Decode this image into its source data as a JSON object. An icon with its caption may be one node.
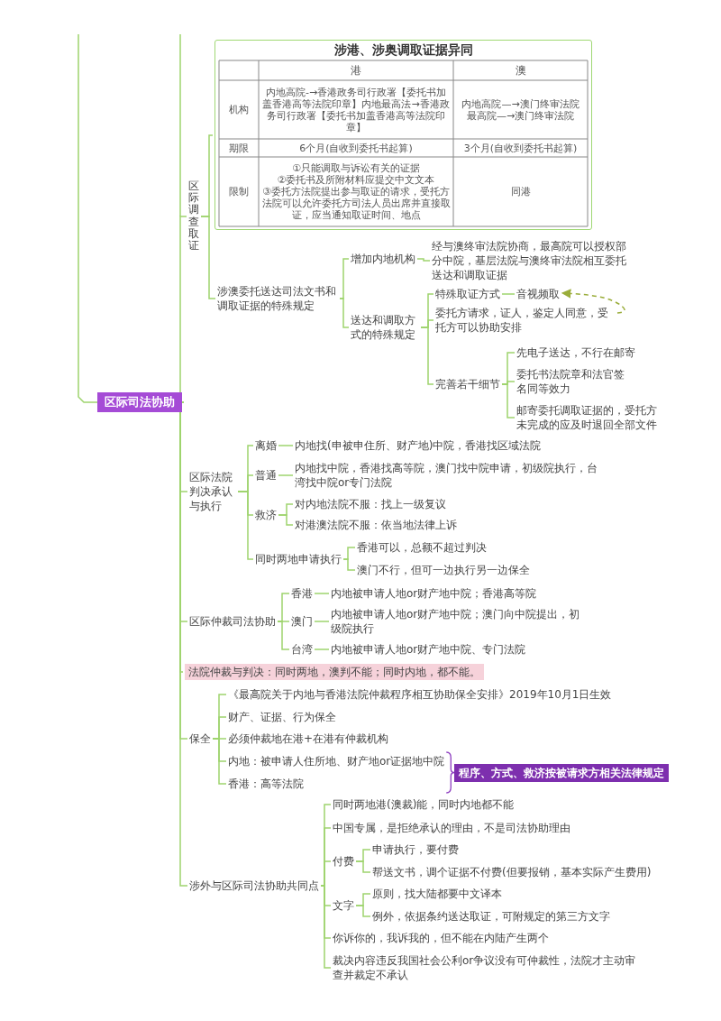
{
  "diagram": {
    "nodes": [
      {
        "text": [
          "区际司法协助"
        ]
      },
      {
        "text": [
          "区际调查取证"
        ]
      },
      {
        "text": [
          "涉港、涉奥调取证据异同"
        ]
      },
      {
        "text": [
          "涉澳委托送达司法文书和调取证据的特殊规定"
        ]
      },
      {
        "text": [
          "增加内地机构"
        ]
      },
      {
        "text": [
          "经与澳终审法院协商，最高院可以授权部分中院，基层法院与澳终审法院相互委托送达和调取证据"
        ]
      },
      {
        "text": [
          "送达和调取方式的特殊规定"
        ]
      },
      {
        "text": [
          "特殊取证方式"
        ]
      },
      {
        "text": [
          "音视频取"
        ]
      },
      {
        "text": [
          "委托方请求，证人，鉴定人同意，受托方可以协助安排"
        ]
      },
      {
        "text": [
          "完善若干细节"
        ]
      },
      {
        "text": [
          "先电子送达，不行在邮寄"
        ]
      },
      {
        "text": [
          "委托书法院章和法官签名同等效力"
        ]
      },
      {
        "text": [
          "邮寄委托调取证据的，受托方未完成的应及时退回全部文件"
        ]
      },
      {
        "text": [
          "区际法院判决承认与执行"
        ]
      },
      {
        "text": [
          "离婚"
        ]
      },
      {
        "text": [
          "内地找(申被申住所、财产地)中院，香港找区域法院"
        ]
      },
      {
        "text": [
          "普通"
        ]
      },
      {
        "text": [
          "内地找中院，香港找高等院，澳门找中院申请，初级院执行，台湾找中院or专门法院"
        ]
      },
      {
        "text": [
          "救济"
        ]
      },
      {
        "text": [
          "对内地法院不服：找上一级复议"
        ]
      },
      {
        "text": [
          "对港澳法院不服：依当地法律上诉"
        ]
      },
      {
        "text": [
          "同时两地申请执行"
        ]
      },
      {
        "text": [
          "香港可以，总额不超过判决"
        ]
      },
      {
        "text": [
          "澳门不行，但可一边执行另一边保全"
        ]
      },
      {
        "text": [
          "区际仲裁司法协助"
        ]
      },
      {
        "text": [
          "香港"
        ]
      },
      {
        "text": [
          "内地被申请人地or财产地中院；香港高等院"
        ]
      },
      {
        "text": [
          "澳门"
        ]
      },
      {
        "text": [
          "内地被申请人地or财产地中院；澳门向中院提出，初级院执行"
        ]
      },
      {
        "text": [
          "台湾"
        ]
      },
      {
        "text": [
          "内地被申请人地or财产地中院、专门法院"
        ]
      },
      {
        "text": [
          "法院仲裁与判决：同时两地，澳判不能；同时内地，都不能。"
        ]
      },
      {
        "text": [
          "保全"
        ]
      },
      {
        "text": [
          "《最高院关于内地与香港法院仲裁程序相互协助保全安排》2019年10月1日生效"
        ]
      },
      {
        "text": [
          "财产、证据、行为保全"
        ]
      },
      {
        "text": [
          "必须仲裁地在港+在港有仲裁机构"
        ]
      },
      {
        "text": [
          "内地：被申请人住所地、财产地or证据地中院"
        ]
      },
      {
        "text": [
          "香港：高等法院"
        ]
      },
      {
        "text": [
          "程序、方式、救济按被请求方相关法律规定"
        ]
      },
      {
        "text": [
          "涉外与区际司法协助共同点"
        ]
      },
      {
        "text": [
          "同时两地港(澳裁)能，同时内地都不能"
        ]
      },
      {
        "text": [
          "中国专属，是拒绝承认的理由，不是司法协助理由"
        ]
      },
      {
        "text": [
          "付费"
        ]
      },
      {
        "text": [
          "申请执行，要付费"
        ]
      },
      {
        "text": [
          "帮送文书，调个证据不付费(但要报销，基本实际产生费用)"
        ]
      },
      {
        "text": [
          "文字"
        ]
      },
      {
        "text": [
          "原则，找大陆都要中文译本"
        ]
      },
      {
        "text": [
          "例外，依据条约送达取证，可附规定的第三方文字"
        ]
      },
      {
        "text": [
          "你诉你的，我诉我的，但不能在内陆产生两个"
        ]
      },
      {
        "text": [
          "裁决内容违反我国社会公利or争议没有可仲裁性，法院才主动审查并裁定不承认"
        ]
      }
    ],
    "edges": [
      {
        "from": 0,
        "to": 1,
        "arrow": "none"
      },
      {
        "from": 0,
        "to": 14,
        "arrow": "none"
      },
      {
        "from": 0,
        "to": 25,
        "arrow": "none"
      },
      {
        "from": 0,
        "to": 32,
        "arrow": "none"
      },
      {
        "from": 0,
        "to": 33,
        "arrow": "none"
      },
      {
        "from": 0,
        "to": 40,
        "arrow": "none"
      },
      {
        "from": 1,
        "to": 2,
        "arrow": "none"
      },
      {
        "from": 1,
        "to": 3,
        "arrow": "none"
      },
      {
        "from": 3,
        "to": 4,
        "arrow": "none"
      },
      {
        "from": 3,
        "to": 6,
        "arrow": "none"
      },
      {
        "from": 4,
        "to": 5,
        "arrow": "none"
      },
      {
        "from": 6,
        "to": 7,
        "arrow": "none"
      },
      {
        "from": 6,
        "to": 9,
        "arrow": "none"
      },
      {
        "from": 6,
        "to": 10,
        "arrow": "none"
      },
      {
        "from": 7,
        "to": 8,
        "arrow": "none"
      },
      {
        "from": 9,
        "to": 8,
        "arrow": "to",
        "style": "dashed",
        "color": "#9aad3a"
      },
      {
        "from": 10,
        "to": 11,
        "arrow": "none"
      },
      {
        "from": 10,
        "to": 12,
        "arrow": "none"
      },
      {
        "from": 10,
        "to": 13,
        "arrow": "none"
      },
      {
        "from": 14,
        "to": 15,
        "arrow": "none"
      },
      {
        "from": 14,
        "to": 17,
        "arrow": "none"
      },
      {
        "from": 14,
        "to": 19,
        "arrow": "none"
      },
      {
        "from": 14,
        "to": 22,
        "arrow": "none"
      },
      {
        "from": 15,
        "to": 16,
        "arrow": "none"
      },
      {
        "from": 17,
        "to": 18,
        "arrow": "none"
      },
      {
        "from": 19,
        "to": 20,
        "arrow": "none"
      },
      {
        "from": 19,
        "to": 21,
        "arrow": "none"
      },
      {
        "from": 22,
        "to": 23,
        "arrow": "none"
      },
      {
        "from": 22,
        "to": 24,
        "arrow": "none"
      },
      {
        "from": 25,
        "to": 26,
        "arrow": "none"
      },
      {
        "from": 25,
        "to": 28,
        "arrow": "none"
      },
      {
        "from": 25,
        "to": 30,
        "arrow": "none"
      },
      {
        "from": 26,
        "to": 27,
        "arrow": "none"
      },
      {
        "from": 28,
        "to": 29,
        "arrow": "none"
      },
      {
        "from": 30,
        "to": 31,
        "arrow": "none"
      },
      {
        "from": 33,
        "to": 34,
        "arrow": "none"
      },
      {
        "from": 33,
        "to": 35,
        "arrow": "none"
      },
      {
        "from": 33,
        "to": 36,
        "arrow": "none"
      },
      {
        "from": 33,
        "to": 37,
        "arrow": "none"
      },
      {
        "from": 33,
        "to": 38,
        "arrow": "none"
      },
      {
        "from": 40,
        "to": 41,
        "arrow": "none"
      },
      {
        "from": 40,
        "to": 42,
        "arrow": "none"
      },
      {
        "from": 40,
        "to": 43,
        "arrow": "none"
      },
      {
        "from": 40,
        "to": 46,
        "arrow": "none"
      },
      {
        "from": 40,
        "to": 49,
        "arrow": "none"
      },
      {
        "from": 40,
        "to": 50,
        "arrow": "none"
      },
      {
        "from": 43,
        "to": 44,
        "arrow": "none"
      },
      {
        "from": 43,
        "to": 45,
        "arrow": "none"
      },
      {
        "from": 46,
        "to": 47,
        "arrow": "none"
      },
      {
        "from": 46,
        "to": 48,
        "arrow": "none"
      }
    ],
    "labels": [
      "港",
      "澳",
      "机构",
      "内地高院-→香港政务司行政署【委托书加盖香港高等法院印章】内地最高法→香港政务司行政署【委托书加盖香港高等法院印章】",
      "内地高院—→澳门终审法院",
      "最高院—→澳门终审法院",
      "期限",
      "6个月(自收到委托书起算)",
      "3个月(自收到委托书起算)",
      "限制",
      "①只能调取与诉讼有关的证据",
      "②委托书及所附材料应提交中文文本",
      "③委托方法院提出参与取证的请求，受托方法院可以允许委托方司法人员出席并直接取证，应当通知取证时间、地点",
      "同港"
    ]
  }
}
